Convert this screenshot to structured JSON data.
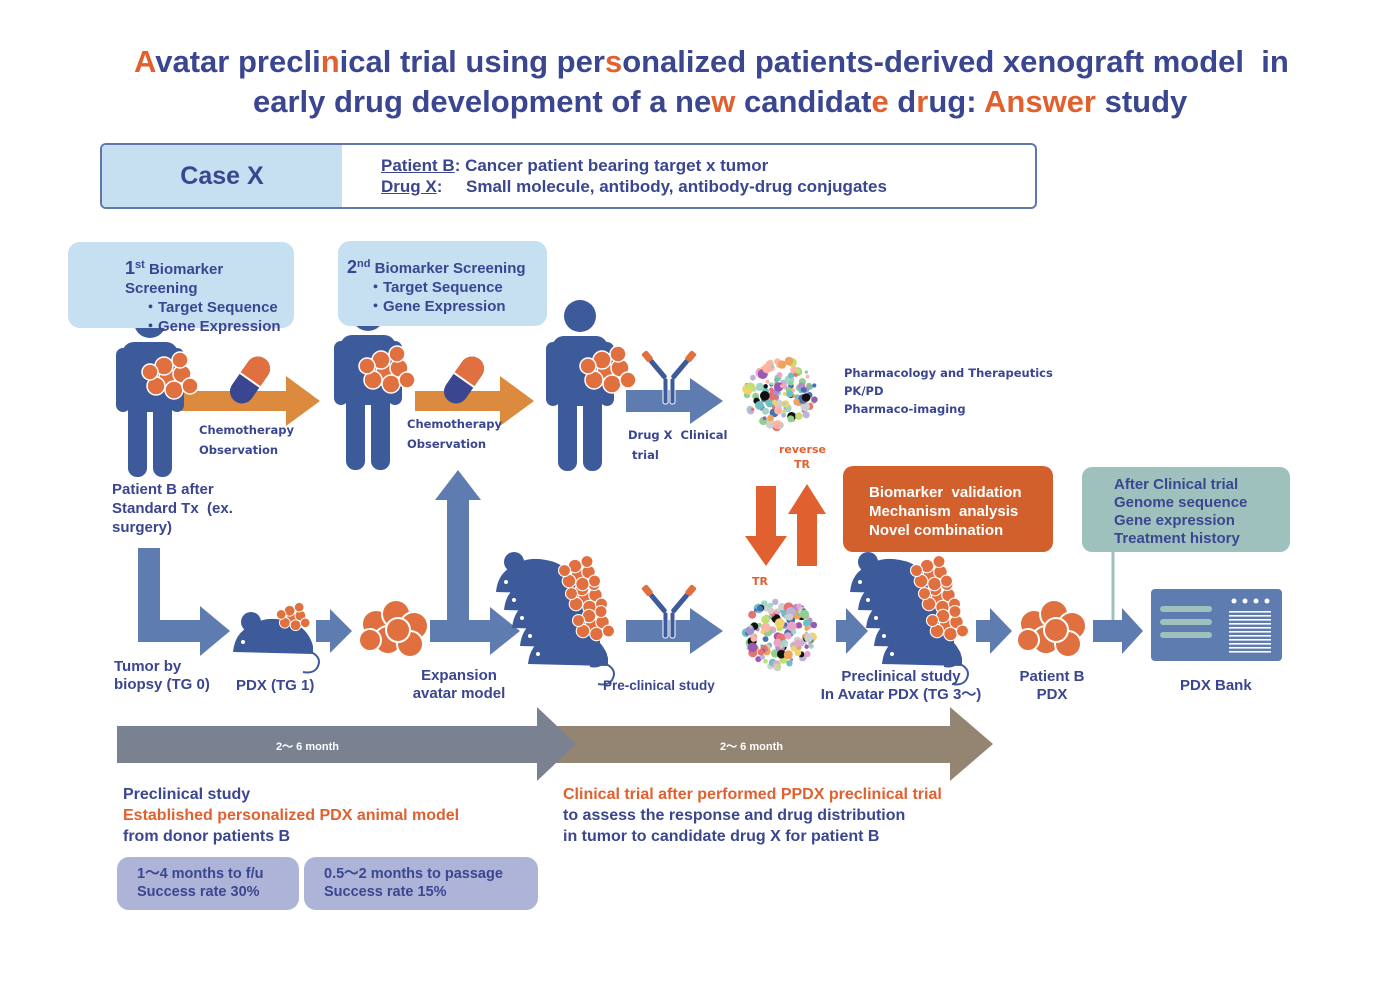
{
  "title": {
    "line1": [
      {
        "t": "A",
        "accent": true
      },
      {
        "t": "vatar precli",
        "accent": false
      },
      {
        "t": "n",
        "accent": true
      },
      {
        "t": "ical trial using per",
        "accent": false
      },
      {
        "t": "s",
        "accent": true
      },
      {
        "t": "onalized patients-derived xenograft model  in",
        "accent": false
      }
    ],
    "line2": [
      {
        "t": "early drug development of a ne",
        "accent": false
      },
      {
        "t": "w",
        "accent": true
      },
      {
        "t": " candidat",
        "accent": false
      },
      {
        "t": "e",
        "accent": true
      },
      {
        "t": " d",
        "accent": false
      },
      {
        "t": "r",
        "accent": true
      },
      {
        "t": "ug: ",
        "accent": false
      },
      {
        "t": "Answer",
        "accent": true
      },
      {
        "t": " study",
        "accent": false
      }
    ]
  },
  "case_box": {
    "label": "Case X",
    "patient_key": "Patient B",
    "patient_value": ": Cancer patient bearing target x tumor",
    "drug_key": "Drug X",
    "drug_value": ":     Small molecule, antibody, antibody-drug conjugates"
  },
  "screening": [
    {
      "ordinal": "1",
      "suffix": "st",
      "title": " Biomarker Screening",
      "items": [
        "・Target Sequence",
        "・Gene Expression"
      ]
    },
    {
      "ordinal": "2",
      "suffix": "nd",
      "title": " Biomarker Screening",
      "items": [
        "・Target Sequence",
        "・Gene Expression"
      ]
    }
  ],
  "labels": {
    "chemo1_a": "Chemotherapy",
    "chemo1_b": "Observation",
    "chemo2_a": "Chemotherapy",
    "chemo2_b": "Observation",
    "patient_b_1": "Patient B after",
    "patient_b_2": "Standard Tx  (ex.",
    "patient_b_3": "surgery)",
    "drugx_1": "Drug X  Clinical",
    "drugx_2": " trial",
    "pharma": [
      "Pharmacology and Therapeutics",
      "PK/PD",
      "Pharmaco-imaging"
    ],
    "reverse_tr_1": "reverse",
    "reverse_tr_2": "TR",
    "tr": "TR",
    "tumor_1": "Tumor by",
    "tumor_2": "biopsy (TG 0)",
    "pdx_tg1": "PDX (TG 1)",
    "expansion_1": "Expansion",
    "expansion_2": "avatar model",
    "preclinical_study": "Pre-clinical study",
    "avatar_1": "Preclinical study",
    "avatar_2": "In Avatar PDX (TG 3〜)",
    "patientpdx_1": "Patient B",
    "patientpdx_2": "PDX",
    "pdx_bank": "PDX Bank"
  },
  "biomarker_box": [
    "Biomarker  validation",
    "Mechanism  analysis",
    "Novel combination"
  ],
  "after_trial_box": [
    "After Clinical trial",
    "Genome sequence",
    "Gene expression",
    "Treatment history"
  ],
  "timeline": [
    {
      "label": "2〜 6 month",
      "color": "#7a8291"
    },
    {
      "label": "2〜 6 month",
      "color": "#948573"
    }
  ],
  "notes_left": {
    "line1": "Preclinical study",
    "line2": "Established personalized PDX animal model",
    "line3": "from donor patients B"
  },
  "notes_right": {
    "line1": "Clinical trial after performed PPDX preclinical trial",
    "line2": "to assess the response and drug distribution",
    "line3": "in tumor to candidate drug X for patient B"
  },
  "pills": [
    {
      "line1": "1〜4 months to f/u",
      "line2": "Success rate 30%"
    },
    {
      "line1": "0.5〜2 months to passage",
      "line2": "Success rate 15%"
    }
  ],
  "colors": {
    "navy": "#3a4690",
    "accent_orange": "#e0612f",
    "arrow_blue": "#5f7cb0",
    "arrow_orange": "#db8a3e",
    "figure_blue": "#3d5a9a",
    "tumor_orange": "#e07040",
    "light_blue_box": "#c6dff1",
    "teal_box": "#9fc1be",
    "pill_box": "#aeb4d8"
  }
}
